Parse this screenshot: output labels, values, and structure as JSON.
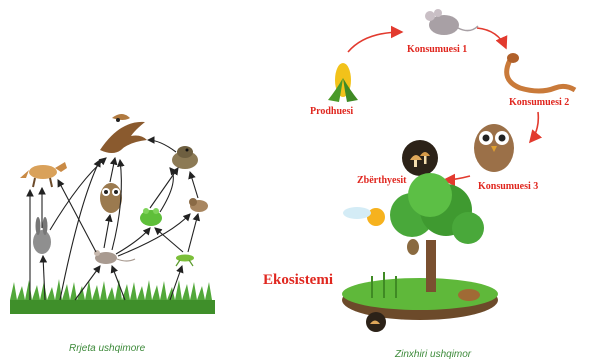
{
  "food_web": {
    "caption": "Rrjeta ushqimore"
  },
  "food_chain": {
    "caption": "Zinxhiri ushqimor",
    "producer": "Prodhuesi",
    "consumer1": "Konsumuesi 1",
    "consumer2": "Konsumuesi 2",
    "consumer3": "Konsumuesi 3",
    "decomposers": "Zbërthyesit"
  },
  "ecosystem": {
    "label": "Ekosistemi"
  },
  "colors": {
    "label_red": "#e0271f",
    "arrow_red": "#e23a2e",
    "caption_green": "#3d8a3a",
    "grass": "#3f8f2a"
  }
}
